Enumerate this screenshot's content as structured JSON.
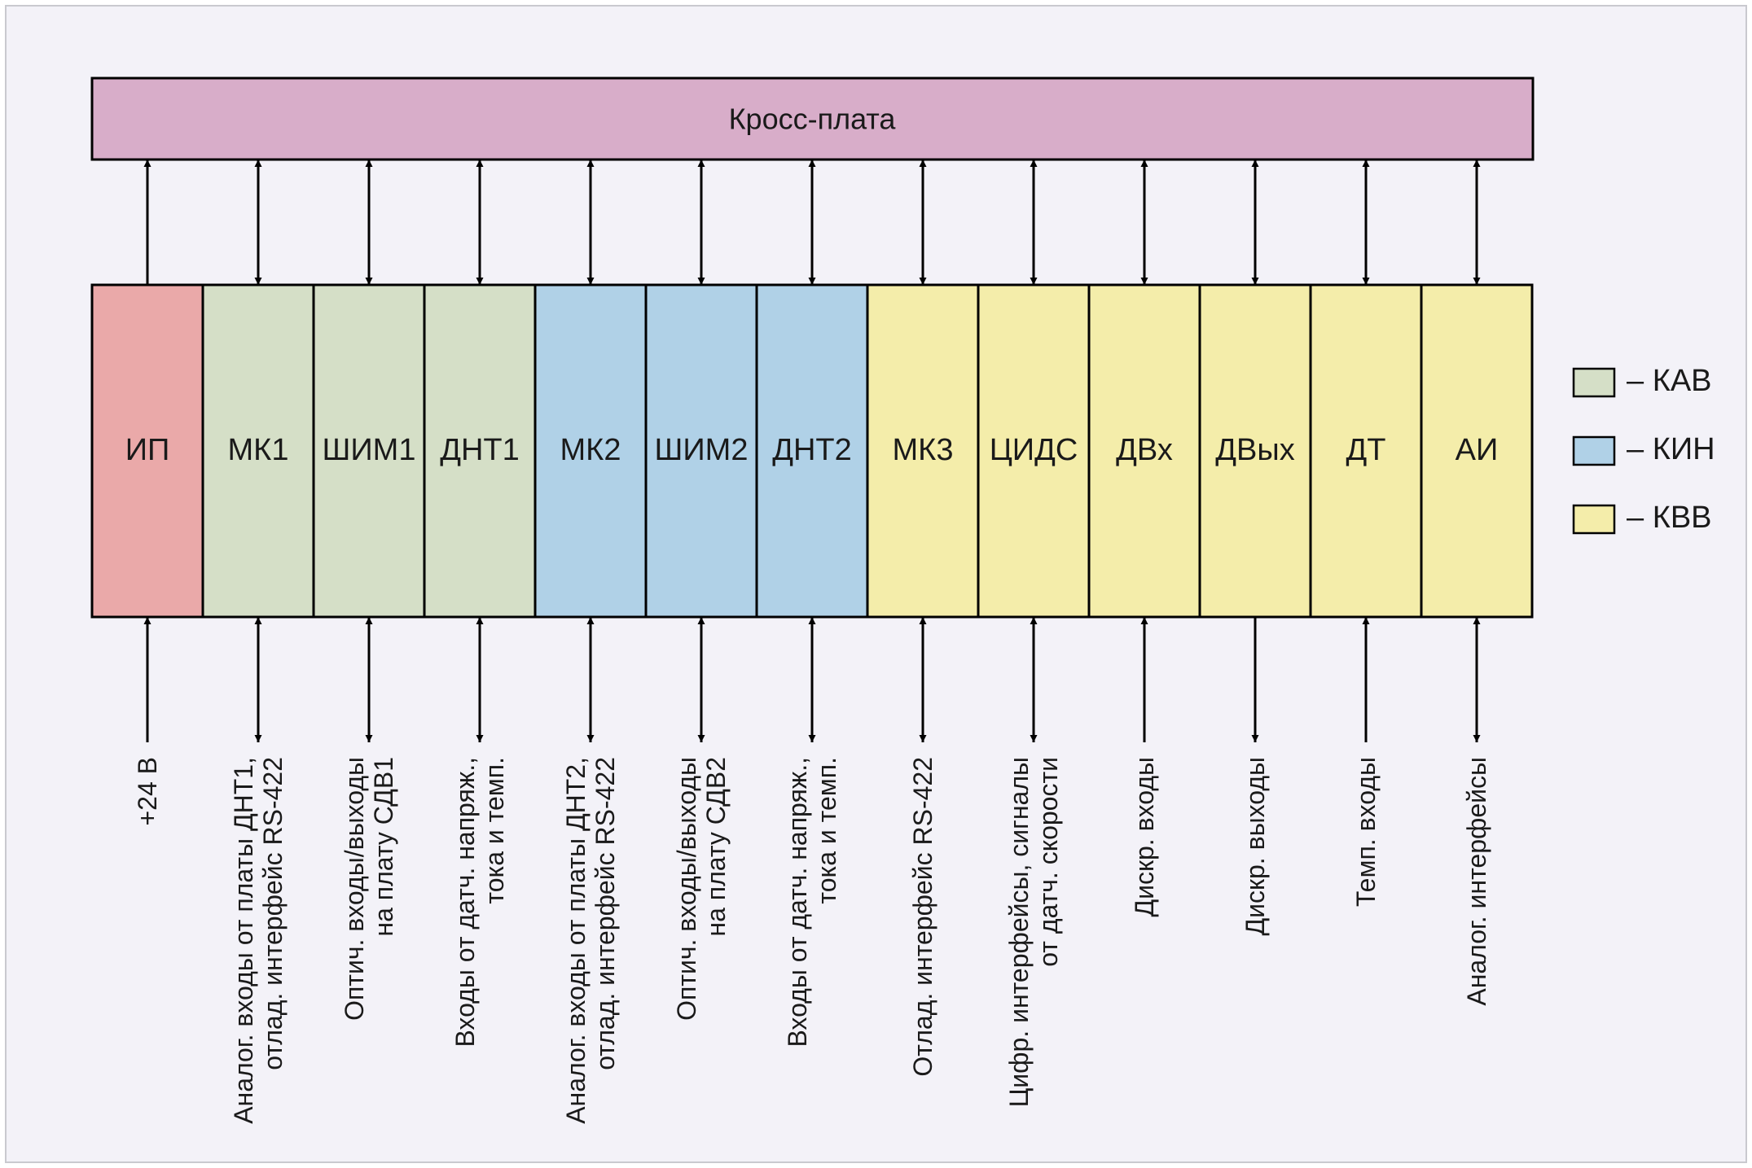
{
  "backplane": {
    "label": "Кросс-плата",
    "color": "#d8adc9"
  },
  "modules": [
    {
      "label": "ИП",
      "group": "power",
      "top": "up",
      "bottom": "up",
      "signal": [
        "+24 В"
      ]
    },
    {
      "label": "МК1",
      "group": "КАВ",
      "top": "both",
      "bottom": "both",
      "signal": [
        "Аналог. входы от платы ДНТ1,",
        "отлад. интерфейс RS-422"
      ]
    },
    {
      "label": "ШИМ1",
      "group": "КАВ",
      "top": "both",
      "bottom": "both",
      "signal": [
        "Оптич. входы/выходы",
        "на плату СДВ1"
      ]
    },
    {
      "label": "ДНТ1",
      "group": "КАВ",
      "top": "both",
      "bottom": "both",
      "signal": [
        "Входы от датч. напряж.,",
        "тока и темп."
      ]
    },
    {
      "label": "МК2",
      "group": "КИН",
      "top": "both",
      "bottom": "both",
      "signal": [
        "Аналог. входы от платы ДНТ2,",
        "отлад. интерфейс RS-422"
      ]
    },
    {
      "label": "ШИМ2",
      "group": "КИН",
      "top": "both",
      "bottom": "both",
      "signal": [
        "Оптич. входы/выходы",
        "на плату СДВ2"
      ]
    },
    {
      "label": "ДНТ2",
      "group": "КИН",
      "top": "both",
      "bottom": "both",
      "signal": [
        "Входы от датч. напряж.,",
        "тока и темп."
      ]
    },
    {
      "label": "МК3",
      "group": "КВВ",
      "top": "both",
      "bottom": "both",
      "signal": [
        "Отлад. интерфейс RS-422"
      ]
    },
    {
      "label": "ЦИДС",
      "group": "КВВ",
      "top": "both",
      "bottom": "both",
      "signal": [
        "Цифр. интерфейсы, сигналы",
        "от датч. скорости"
      ]
    },
    {
      "label": "ДВх",
      "group": "КВВ",
      "top": "both",
      "bottom": "up",
      "signal": [
        "Дискр. входы"
      ]
    },
    {
      "label": "ДВых",
      "group": "КВВ",
      "top": "both",
      "bottom": "down",
      "signal": [
        "Дискр. выходы"
      ]
    },
    {
      "label": "ДТ",
      "group": "КВВ",
      "top": "both",
      "bottom": "up",
      "signal": [
        "Темп. входы"
      ]
    },
    {
      "label": "АИ",
      "group": "КВВ",
      "top": "both",
      "bottom": "both",
      "signal": [
        "Аналог. интерфейсы"
      ]
    }
  ],
  "groups": {
    "power": {
      "color": "#eaa9a9"
    },
    "КАВ": {
      "color": "#d5dfc7"
    },
    "КИН": {
      "color": "#b0d1e7"
    },
    "КВВ": {
      "color": "#f4edaa"
    }
  },
  "legend": [
    {
      "group": "КАВ",
      "label": "– КАВ"
    },
    {
      "group": "КИН",
      "label": "– КИН"
    },
    {
      "group": "КВВ",
      "label": "– КВВ"
    }
  ],
  "colors": {
    "page": "#f3f2f8",
    "frame": "#c9c9cf",
    "stroke": "#000000"
  }
}
